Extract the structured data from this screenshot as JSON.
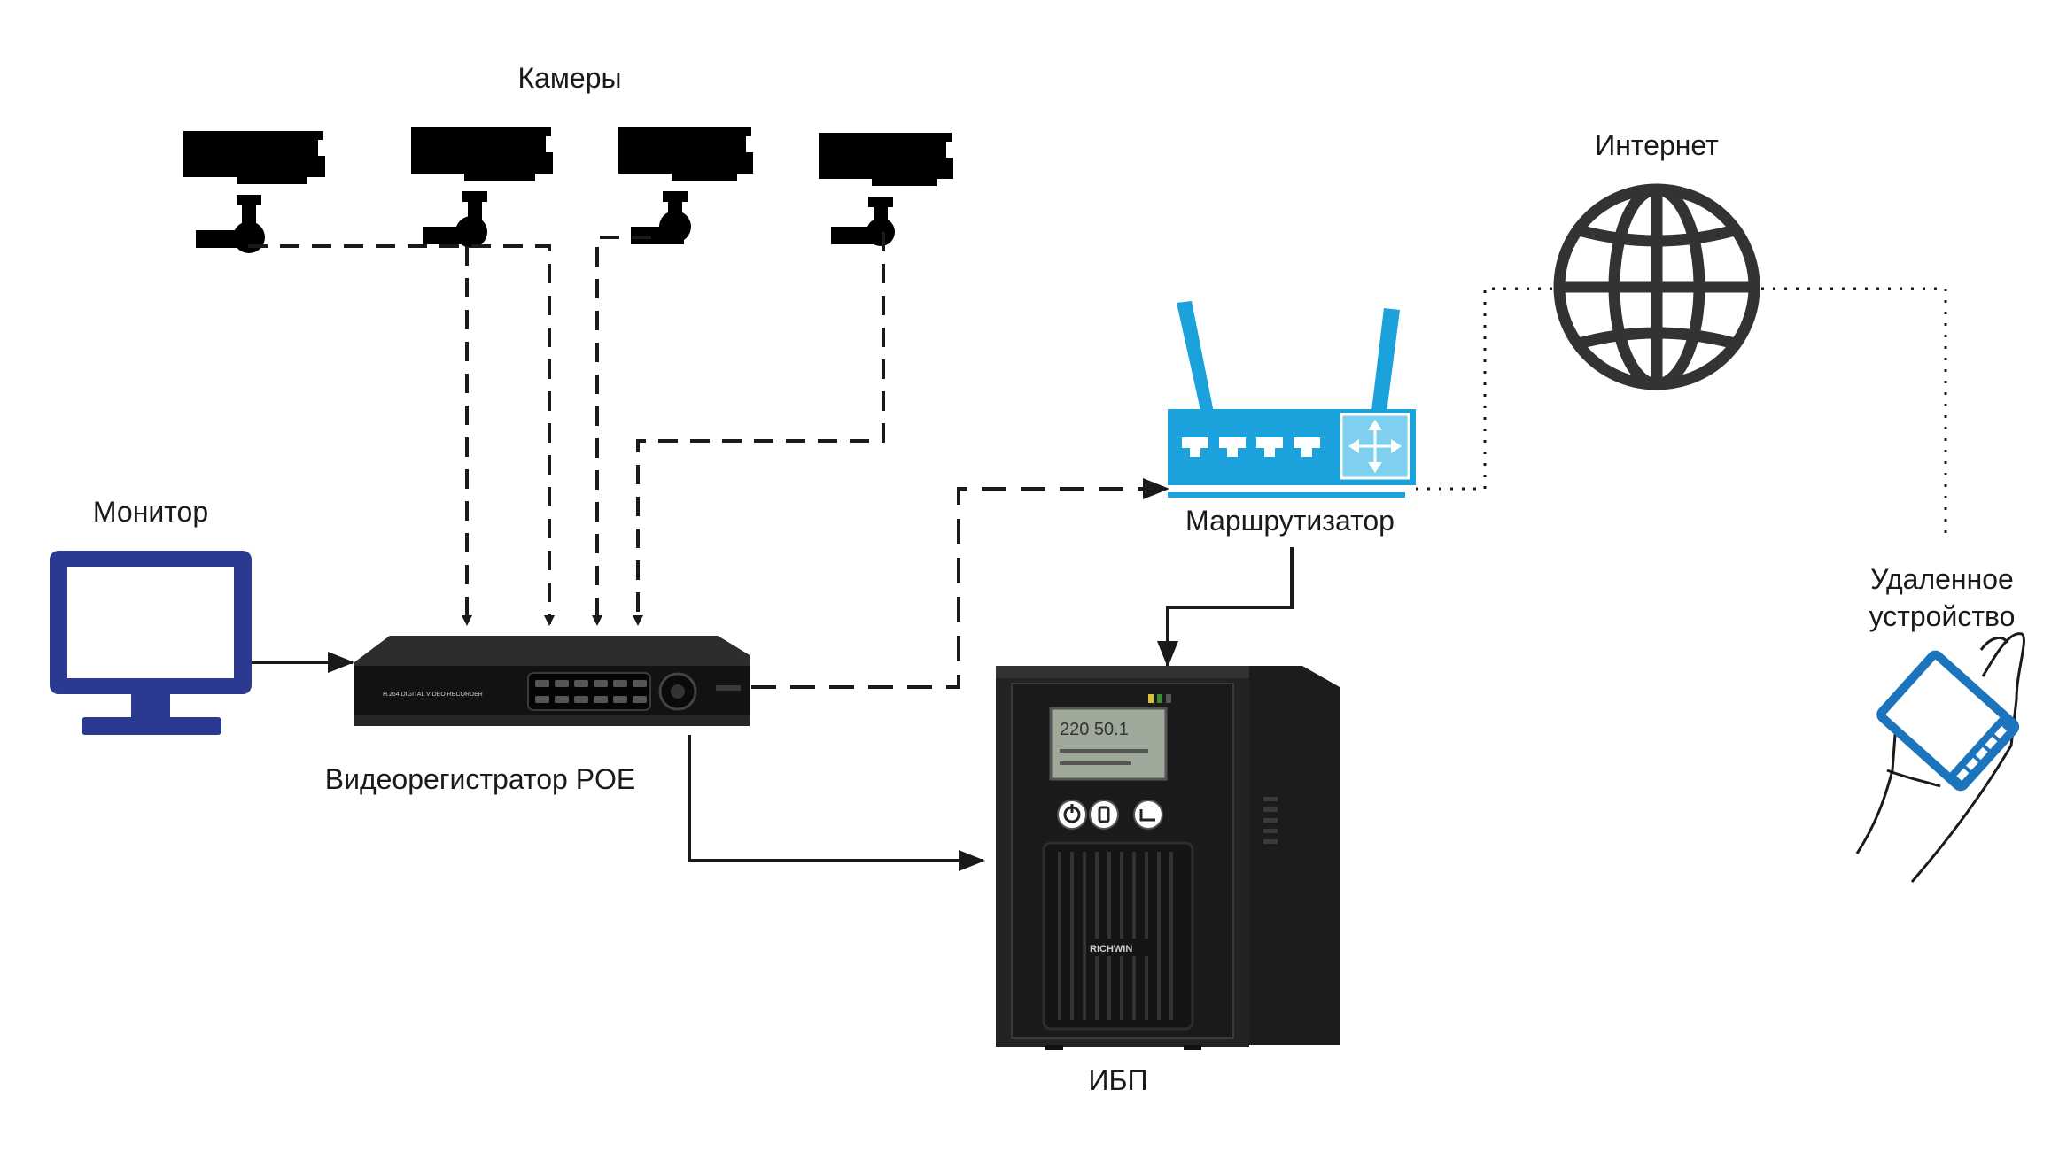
{
  "labels": {
    "cameras": "Камеры",
    "internet": "Интернет",
    "monitor": "Монитор",
    "router": "Маршрутизатор",
    "dvr": "Видеорегистратор POE",
    "ups": "ИБП",
    "remote_line1": "Удаленное",
    "remote_line2": "устройство"
  },
  "device_text": {
    "dvr_model": "H.264 DIGITAL VIDEO RECORDER",
    "ups_brand": "RICHWIN",
    "ups_display": "220 50.1"
  },
  "colors": {
    "line": "#1a1a1a",
    "router_blue": "#1ba1dc",
    "monitor_navy": "#2b3990",
    "phone_blue": "#1c75bc",
    "globe": "#333333",
    "camera": "#000000"
  }
}
